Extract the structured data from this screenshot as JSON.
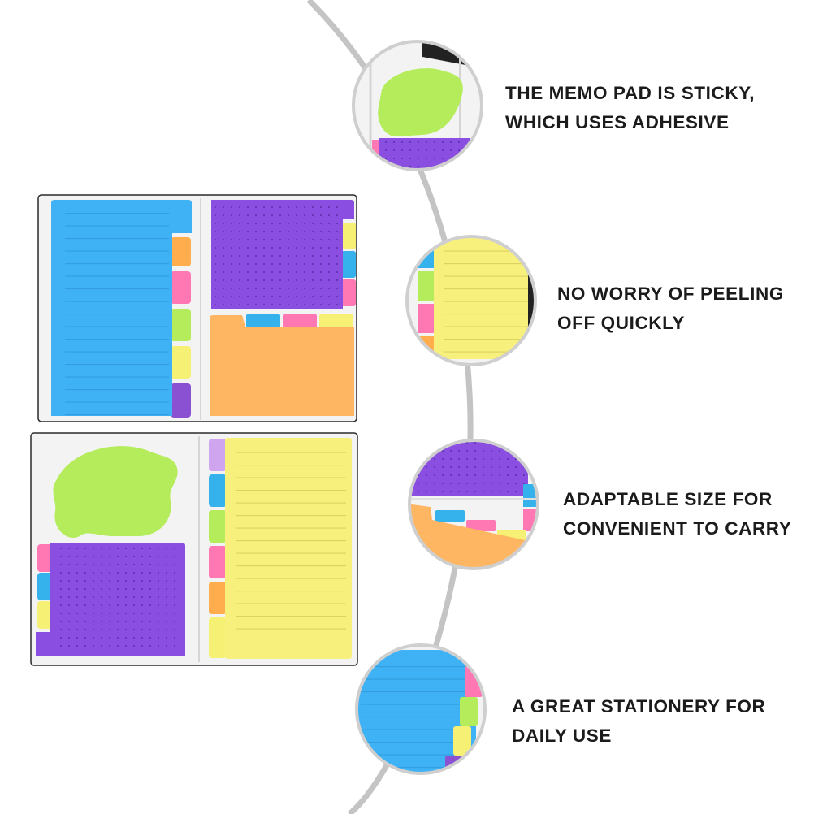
{
  "colors": {
    "background": "#ffffff",
    "arc": "#c4c4c4",
    "circle_border": "#cfcfcf",
    "text": "#1b1b1b",
    "blue": "#3eb2f5",
    "purple": "#8a4ee0",
    "orange": "#ffb663",
    "yellow": "#f8f07c",
    "green": "#b4ec5c",
    "pink": "#ff78b4",
    "tab_yellow": "#f6f075",
    "tab_blue": "#35b2ec",
    "tab_orange": "#ffad4d",
    "tab_purple": "#8a52d2",
    "tab_lilac": "#cfa5f0",
    "case": "#f4f3f3"
  },
  "features": [
    {
      "line1": "THE MEMO PAD IS STICKY,",
      "line2": "WHICH USES ADHESIVE",
      "detail_icon": "green-leaf-and-purple-pad-detail-icon"
    },
    {
      "line1": "NO WORRY OF PEELING",
      "line2": "OFF QUICKLY",
      "detail_icon": "yellow-lined-pad-detail-icon"
    },
    {
      "line1": "ADAPTABLE SIZE FOR",
      "line2": "CONVENIENT TO CARRY",
      "detail_icon": "purple-orange-pad-detail-icon"
    },
    {
      "line1": "A GREAT STATIONERY FOR",
      "line2": "DAILY USE",
      "detail_icon": "blue-lined-pad-detail-icon"
    }
  ]
}
